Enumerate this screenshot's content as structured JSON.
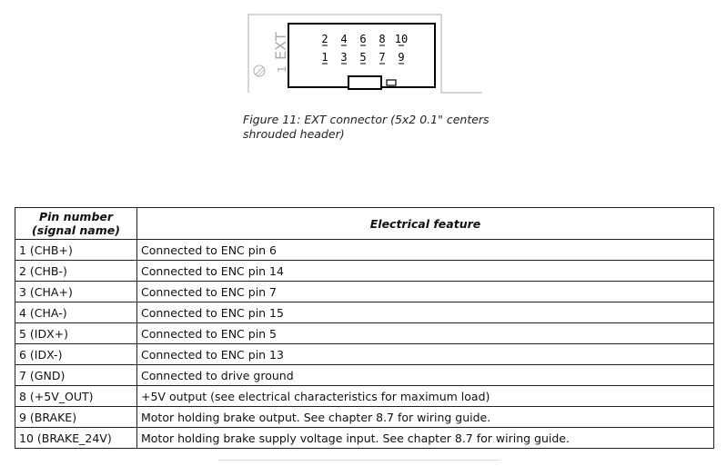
{
  "figure": {
    "connector_label": "EXT",
    "side_mark": "1",
    "top_row_pins": [
      "2",
      "4",
      "6",
      "8",
      "10"
    ],
    "bottom_row_pins": [
      "1",
      "3",
      "5",
      "7",
      "9"
    ],
    "caption": "Figure 11: EXT connector (5x2 0.1\" centers shrouded header)"
  },
  "table": {
    "headers": {
      "pin": "Pin number (signal name)",
      "feature": "Electrical feature"
    },
    "rows": [
      {
        "pin": "1 (CHB+)",
        "feature": "Connected to ENC pin 6"
      },
      {
        "pin": "2 (CHB-)",
        "feature": "Connected to ENC pin 14"
      },
      {
        "pin": "3 (CHA+)",
        "feature": "Connected to ENC pin 7"
      },
      {
        "pin": "4 (CHA-)",
        "feature": "Connected to ENC pin 15"
      },
      {
        "pin": "5 (IDX+)",
        "feature": "Connected to ENC pin 5"
      },
      {
        "pin": "6 (IDX-)",
        "feature": "Connected to ENC pin 13"
      },
      {
        "pin": "7 (GND)",
        "feature": "Connected to drive ground"
      },
      {
        "pin": "8 (+5V_OUT)",
        "feature": "+5V output (see electrical characteristics for maximum load)"
      },
      {
        "pin": "9 (BRAKE)",
        "feature": "Motor holding brake output. See chapter 8.7 for wiring guide."
      },
      {
        "pin": "10 (BRAKE_24V)",
        "feature": "Motor holding brake supply voltage input. See chapter 8.7 for wiring guide."
      }
    ]
  }
}
